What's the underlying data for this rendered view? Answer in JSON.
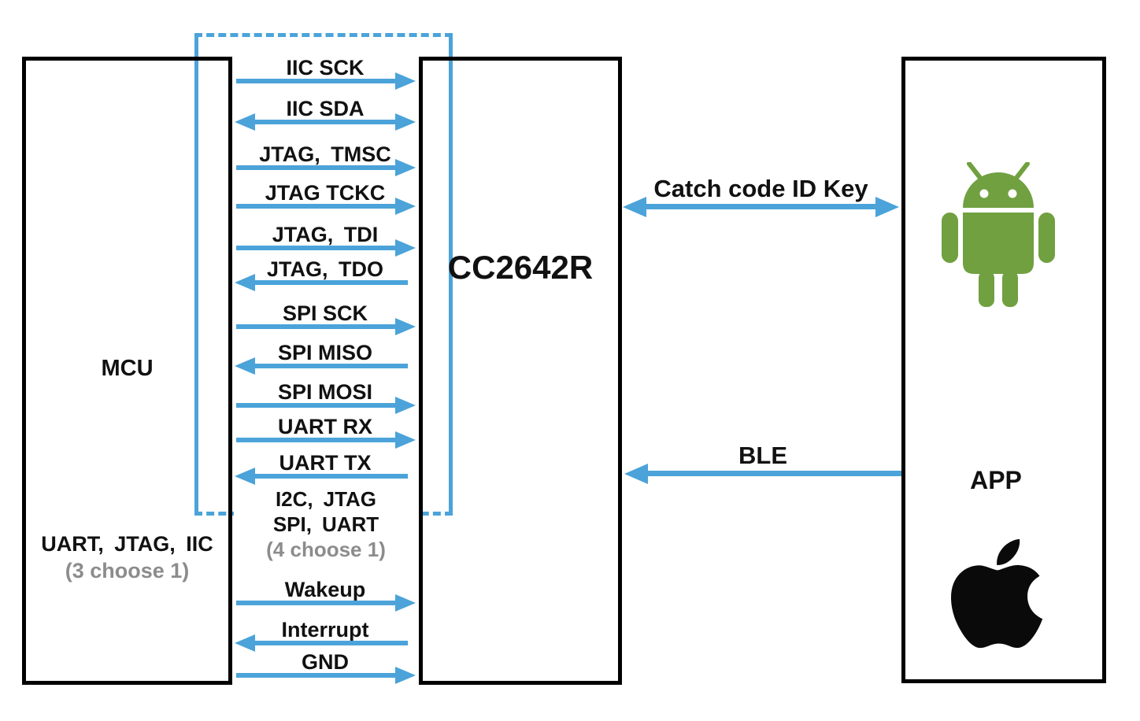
{
  "diagram": {
    "boxes": {
      "mcu": {
        "title": "MCU",
        "note_line1": "UART、JTAG、IIC",
        "note_line2": "(3 choose 1)"
      },
      "cc2642r": {
        "title": "CC2642R"
      },
      "app": {
        "title": "APP",
        "icons": [
          "android-logo",
          "apple-logo"
        ]
      }
    },
    "signals": [
      {
        "label": "IIC SCK",
        "direction": "right"
      },
      {
        "label": "IIC SDA",
        "direction": "both"
      },
      {
        "label": "JTAG、TMSC",
        "direction": "right"
      },
      {
        "label": "JTAG TCKC",
        "direction": "right"
      },
      {
        "label": "JTAG、TDI",
        "direction": "right"
      },
      {
        "label": "JTAG、TDO",
        "direction": "left"
      },
      {
        "label": "SPI SCK",
        "direction": "right"
      },
      {
        "label": "SPI MISO",
        "direction": "left"
      },
      {
        "label": "SPI MOSI",
        "direction": "right"
      },
      {
        "label": "UART RX",
        "direction": "right"
      },
      {
        "label": "UART TX",
        "direction": "left"
      },
      {
        "label": "Wakeup",
        "direction": "right"
      },
      {
        "label": "Interrupt",
        "direction": "left"
      },
      {
        "label": "GND",
        "direction": "right"
      }
    ],
    "signal_note": {
      "line1": "I2C、JTAG",
      "line2": "SPI、UART",
      "line3": "(4 choose 1)"
    },
    "wireless_links": [
      {
        "label": "Catch code ID Key",
        "direction": "both"
      },
      {
        "label": "BLE",
        "direction": "left"
      }
    ],
    "colors": {
      "arrow_blue": "#4ba3d9",
      "android_green": "#71a040",
      "apple_black": "#0a0a0a",
      "note_gray": "#8c8c8c",
      "box_border": "#000000",
      "background": "#ffffff"
    }
  }
}
